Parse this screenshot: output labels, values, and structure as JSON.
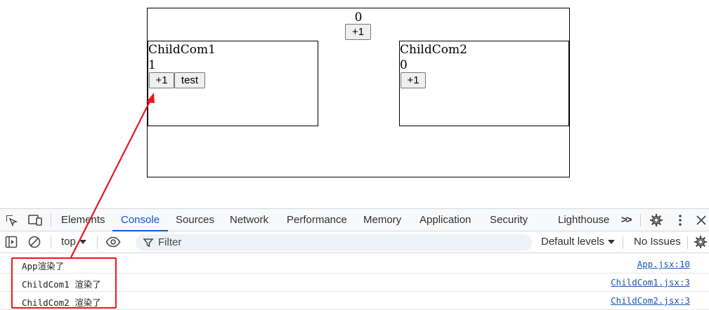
{
  "app": {
    "count": "0",
    "increment_label": "+1"
  },
  "child1": {
    "title": "ChildCom1",
    "count": "1",
    "increment_label": "+1",
    "test_label": "test"
  },
  "child2": {
    "title": "ChildCom2",
    "count": "0",
    "increment_label": "+1"
  },
  "devtools": {
    "tabs": [
      {
        "label": "Elements"
      },
      {
        "label": "Console"
      },
      {
        "label": "Sources"
      },
      {
        "label": "Network"
      },
      {
        "label": "Performance"
      },
      {
        "label": "Memory"
      },
      {
        "label": "Application"
      },
      {
        "label": "Security"
      },
      {
        "label": "Lighthouse"
      }
    ],
    "active_tab": "Console",
    "more_tabs_label": ">>",
    "toolbar": {
      "context": "top",
      "filter_placeholder": "Filter",
      "levels": "Default levels",
      "issues": "No Issues"
    },
    "console": [
      {
        "message": "App渲染了",
        "source": "App.jsx:10"
      },
      {
        "message": "ChildCom1 渲染了",
        "source": "ChildCom1.jsx:3"
      },
      {
        "message": "ChildCom2 渲染了",
        "source": "ChildCom2.jsx:3"
      }
    ]
  },
  "colors": {
    "accent": "#0b57d0",
    "annotation": "#e8171c",
    "link": "#1a56b0"
  }
}
